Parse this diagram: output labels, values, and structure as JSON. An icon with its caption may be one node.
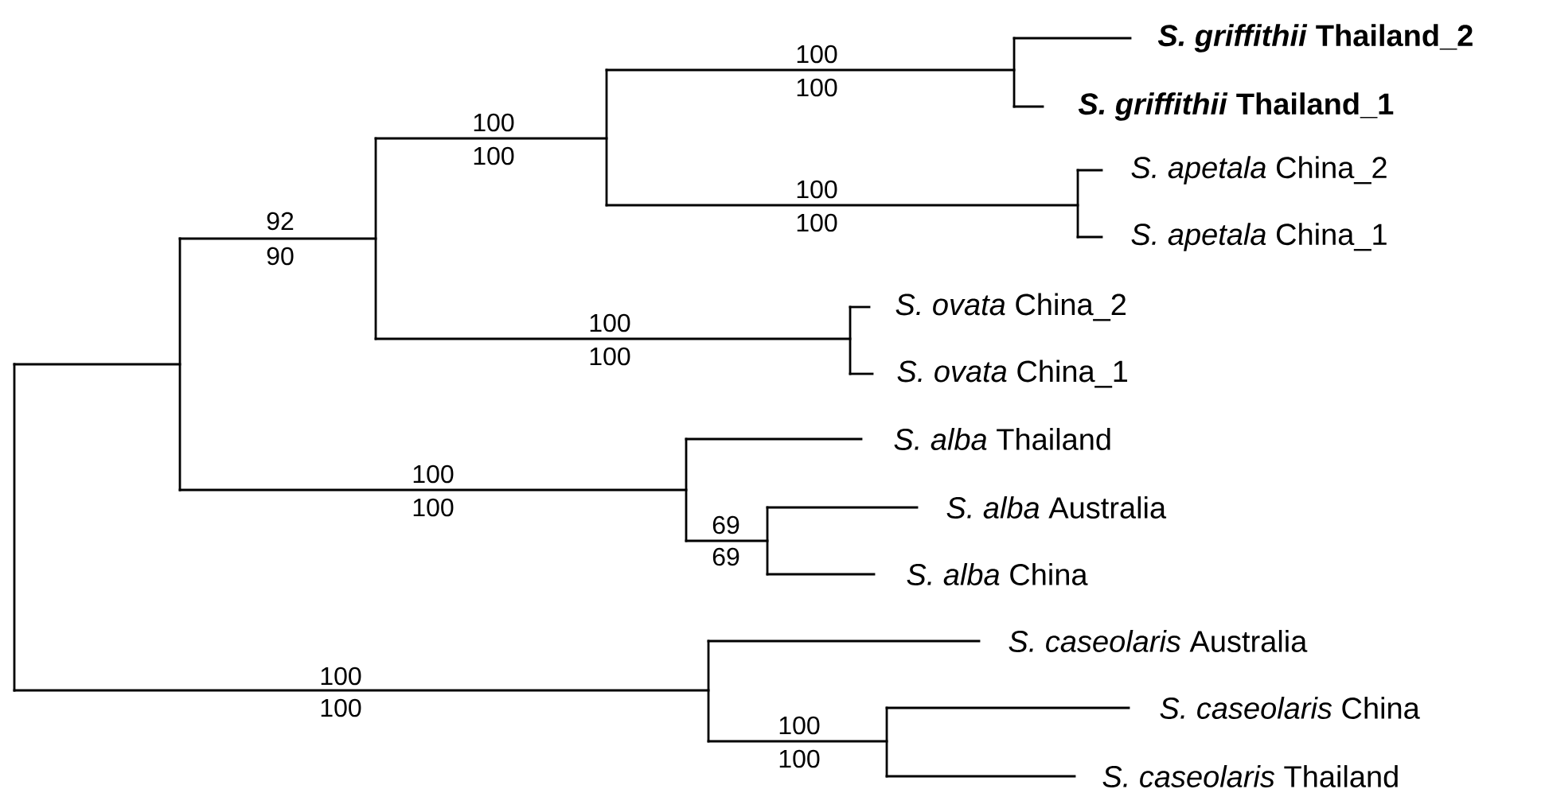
{
  "diagram": {
    "labels": [
      "*S. griffithii* Thailand_2",
      "100",
      "100",
      "*S. griffithii* Thailand_1",
      "100",
      "100",
      "*S. apetala* China_2",
      "100",
      "100",
      "92",
      "*S. apetala* China_1",
      "90",
      "*S. ovata* China_2",
      "100",
      "100",
      "*S. ovata* China_1",
      "*S. alba* Thailand",
      "100",
      "*S. alba* Australia",
      "100",
      "69",
      "69",
      "*S. alba* China",
      "*S. caseolaris* Australia",
      "100",
      "*S. caseolaris* China",
      "100",
      "100",
      "100",
      "*S. caseolaris* Thailand"
    ]
  }
}
